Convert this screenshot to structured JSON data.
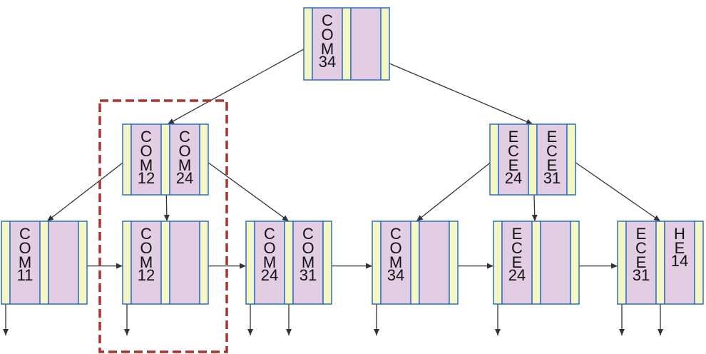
{
  "colors": {
    "node_border": "#3b74c7",
    "pointer_slot": "#f4f7c4",
    "key_slot": "#e2cde3",
    "arrow": "#333333",
    "highlight": "#b03030"
  },
  "root": {
    "keys": [
      "COM 34",
      ""
    ]
  },
  "internal": [
    {
      "keys": [
        "COM 12",
        "COM 24"
      ]
    },
    {
      "keys": [
        "ECE 24",
        "ECE 31"
      ]
    }
  ],
  "leaves": [
    {
      "keys": [
        "COM 11",
        ""
      ]
    },
    {
      "keys": [
        "COM 12",
        ""
      ]
    },
    {
      "keys": [
        "COM 24",
        "COM 31"
      ]
    },
    {
      "keys": [
        "COM 34",
        ""
      ]
    },
    {
      "keys": [
        "ECE 24",
        ""
      ]
    },
    {
      "keys": [
        "ECE 31",
        "HE 14"
      ]
    }
  ],
  "highlight": {
    "description_icon": "dashed-selection-box",
    "covers": [
      "internal.0",
      "leaves.1"
    ]
  }
}
